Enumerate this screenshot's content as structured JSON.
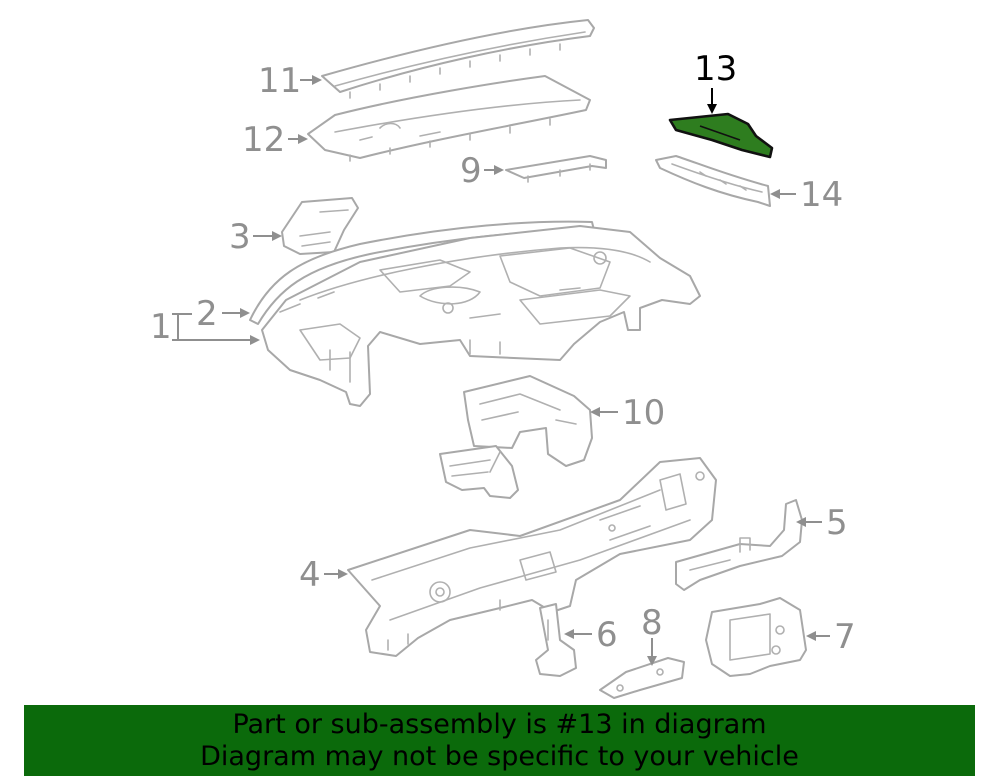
{
  "diagram": {
    "highlight_color": "#2e7d1f",
    "callouts": [
      {
        "id": "1",
        "label": "1"
      },
      {
        "id": "2",
        "label": "2"
      },
      {
        "id": "3",
        "label": "3"
      },
      {
        "id": "4",
        "label": "4"
      },
      {
        "id": "5",
        "label": "5"
      },
      {
        "id": "6",
        "label": "6"
      },
      {
        "id": "7",
        "label": "7"
      },
      {
        "id": "8",
        "label": "8"
      },
      {
        "id": "9",
        "label": "9"
      },
      {
        "id": "10",
        "label": "10"
      },
      {
        "id": "11",
        "label": "11"
      },
      {
        "id": "12",
        "label": "12"
      },
      {
        "id": "13",
        "label": "13",
        "highlighted": true
      },
      {
        "id": "14",
        "label": "14"
      }
    ]
  },
  "banner": {
    "background": "#0b6a0b",
    "line1": "Part or sub-assembly is #13 in diagram",
    "line2": "Diagram may not be specific to your vehicle"
  }
}
